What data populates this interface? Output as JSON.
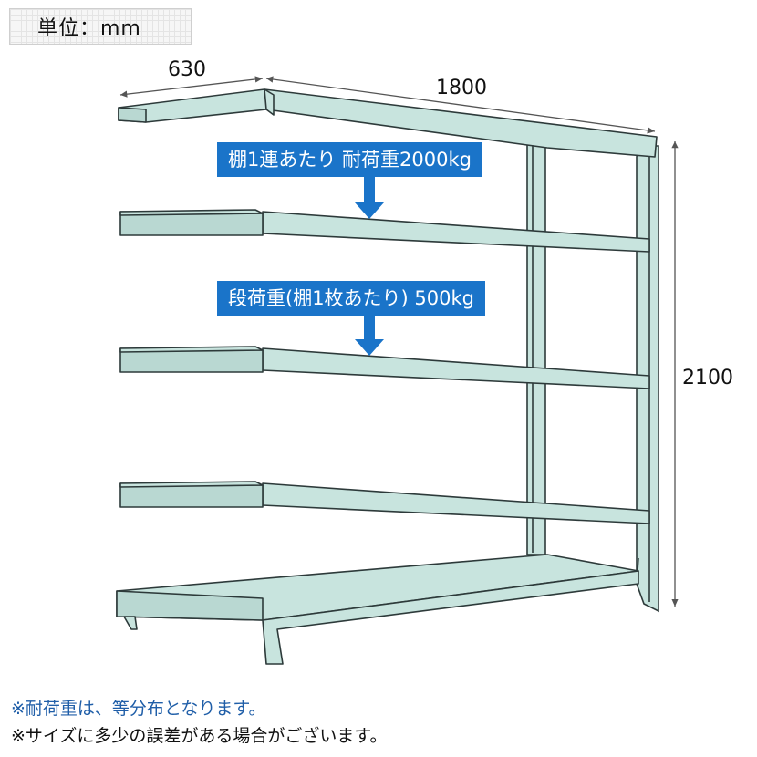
{
  "unit_label": "単位：mm",
  "dimensions": {
    "depth": "630",
    "width": "1800",
    "height": "2100"
  },
  "labels": {
    "total_load": "棚1連あたり 耐荷重2000kg",
    "shelf_load": "段荷重(棚1枚あたり) 500kg"
  },
  "notes": [
    "※耐荷重は、等分布となります。",
    "※サイズに多少の誤差がある場合がございます。"
  ],
  "colors": {
    "shelf_fill": "#c8e4de",
    "shelf_stroke": "#2d3a3a",
    "label_bg": "#1a74c9",
    "note_blue": "#1f5ea8"
  }
}
